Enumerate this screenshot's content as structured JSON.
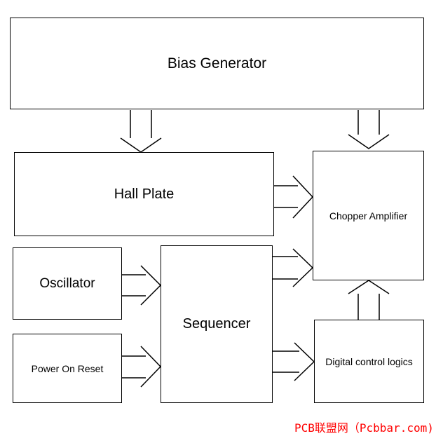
{
  "blocks": {
    "bias_generator": "Bias Generator",
    "hall_plate": "Hall Plate",
    "chopper_amplifier": "Chopper Amplifier",
    "oscillator": "Oscillator",
    "sequencer": "Sequencer",
    "power_on_reset": "Power On Reset",
    "digital_control_logics": "Digital control logics"
  },
  "watermark": "PCB联盟网（Pcbbar.com)",
  "colors": {
    "line": "#000000",
    "watermark": "#ff0000"
  }
}
